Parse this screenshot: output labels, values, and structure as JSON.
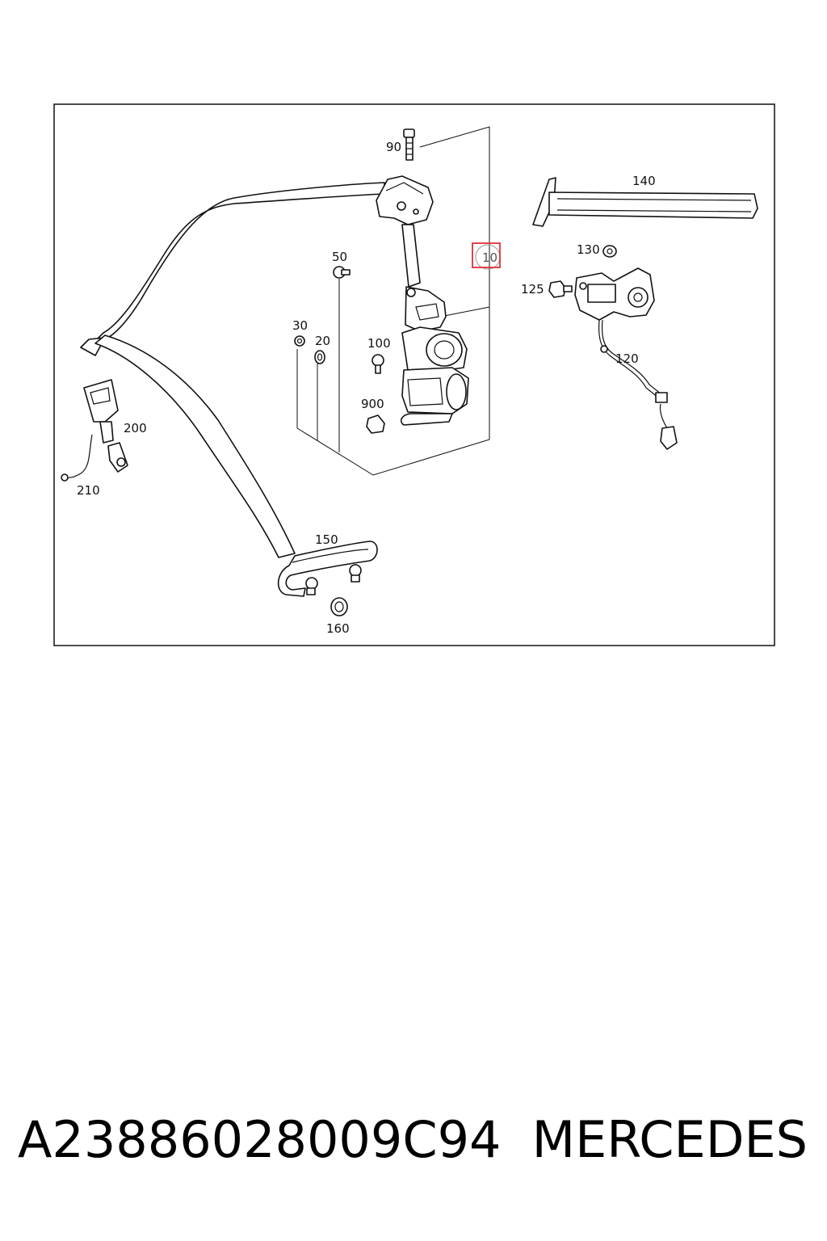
{
  "diagram": {
    "callouts": {
      "p10": "10",
      "p20": "20",
      "p30": "30",
      "p50": "50",
      "p90": "90",
      "p100": "100",
      "p120": "120",
      "p125": "125",
      "p130": "130",
      "p140": "140",
      "p150": "150",
      "p160": "160",
      "p200": "200",
      "p210": "210",
      "p900": "900"
    },
    "highlighted_callout": "10",
    "highlight_color": "#e0303a"
  },
  "footer": {
    "part_number": "A23886028009C94",
    "brand": "MERCEDES"
  }
}
